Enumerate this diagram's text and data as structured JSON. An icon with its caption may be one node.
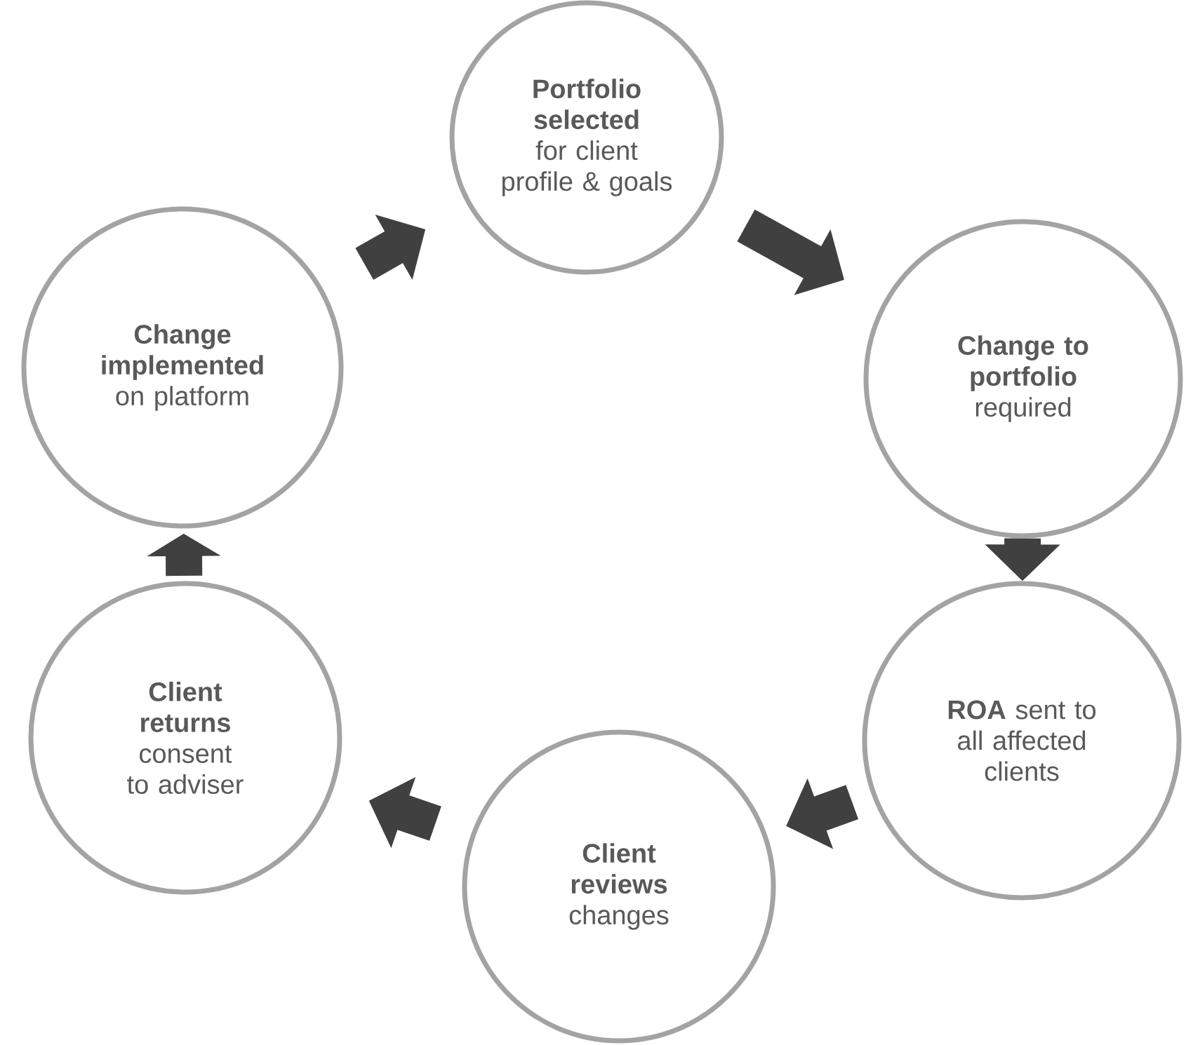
{
  "diagram": {
    "nodes": [
      {
        "text": [
          "**Portfolio selected** for client profile & goals"
        ]
      },
      {
        "text": [
          "**Change to portfolio** required"
        ]
      },
      {
        "text": [
          "**ROA** sent to all affected clients"
        ]
      },
      {
        "text": [
          "**Client reviews** changes"
        ]
      },
      {
        "text": [
          "**Client returns** consent to adviser"
        ]
      },
      {
        "text": [
          "**Change implemented** on platform"
        ]
      }
    ],
    "edges": [
      {
        "from": 0,
        "to": 1,
        "arrow": "to"
      },
      {
        "from": 1,
        "to": 2,
        "arrow": "to"
      },
      {
        "from": 2,
        "to": 3,
        "arrow": "to"
      },
      {
        "from": 3,
        "to": 4,
        "arrow": "to"
      },
      {
        "from": 4,
        "to": 5,
        "arrow": "to"
      },
      {
        "from": 5,
        "to": 0,
        "arrow": "to"
      }
    ]
  }
}
